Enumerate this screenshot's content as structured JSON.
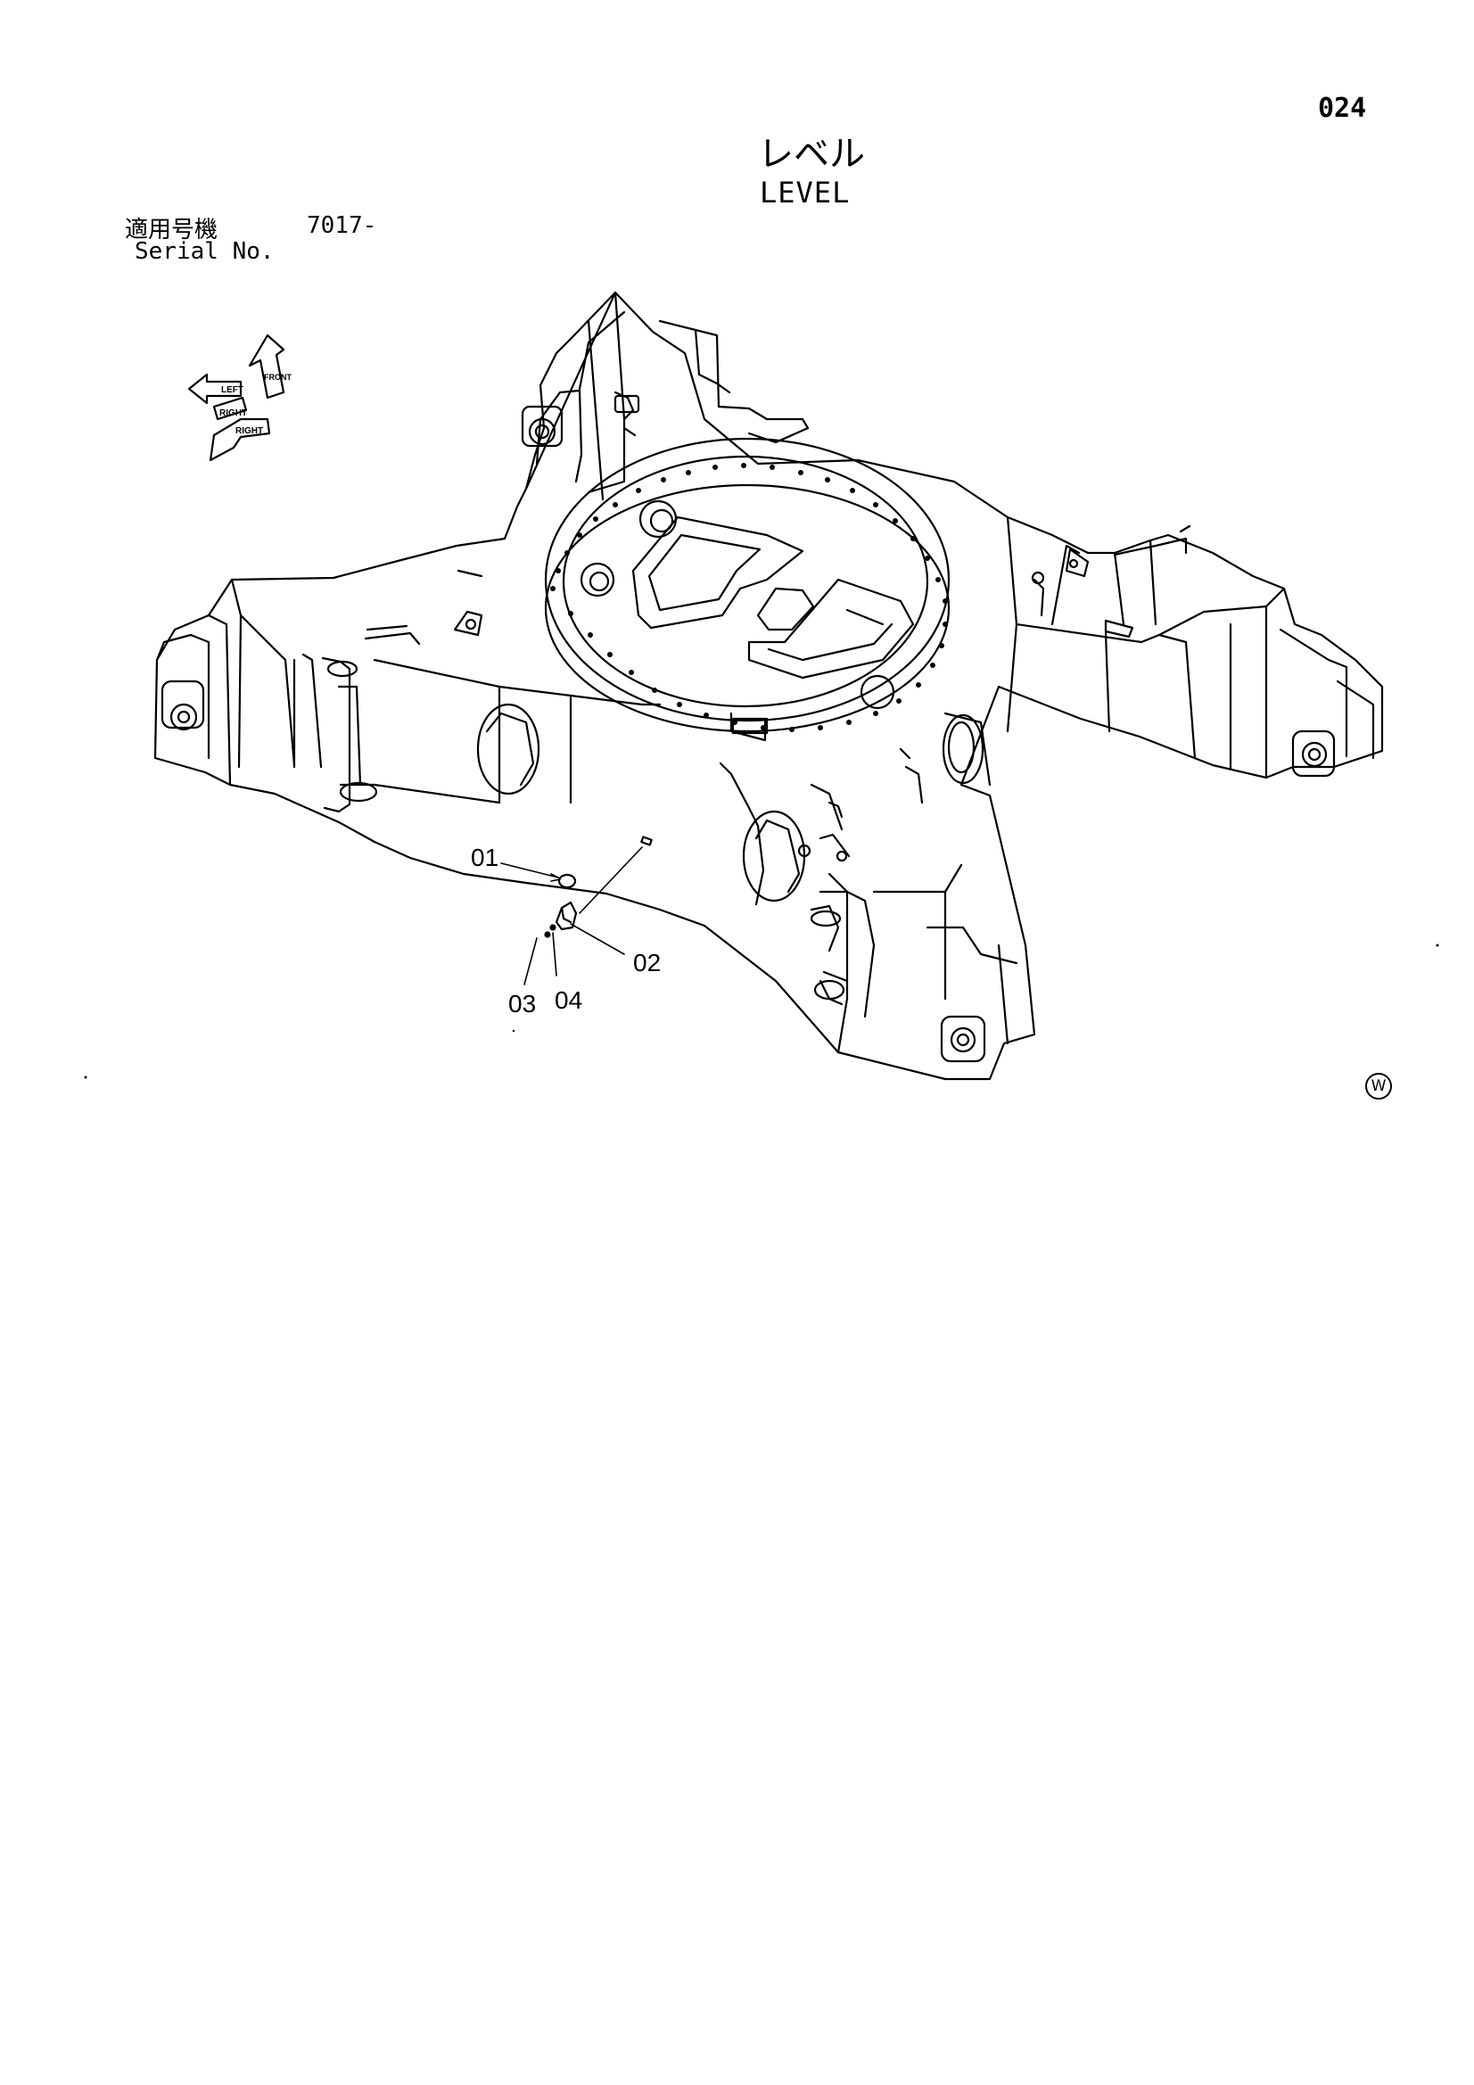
{
  "header": {
    "page_number": "024",
    "title_ja": "レベル",
    "title_en": "LEVEL"
  },
  "applicability": {
    "label_ja": "適用号機",
    "serial_value": "7017-",
    "label_en": "Serial No."
  },
  "orientation_arrows": {
    "labels": [
      "LEFT",
      "RIGHT",
      "FRONT"
    ]
  },
  "callouts": {
    "c01": "01",
    "c02": "02",
    "c03": "03",
    "c04": "04"
  },
  "footer_mark": "W",
  "colors": {
    "line": "#000000",
    "background": "#ffffff"
  }
}
